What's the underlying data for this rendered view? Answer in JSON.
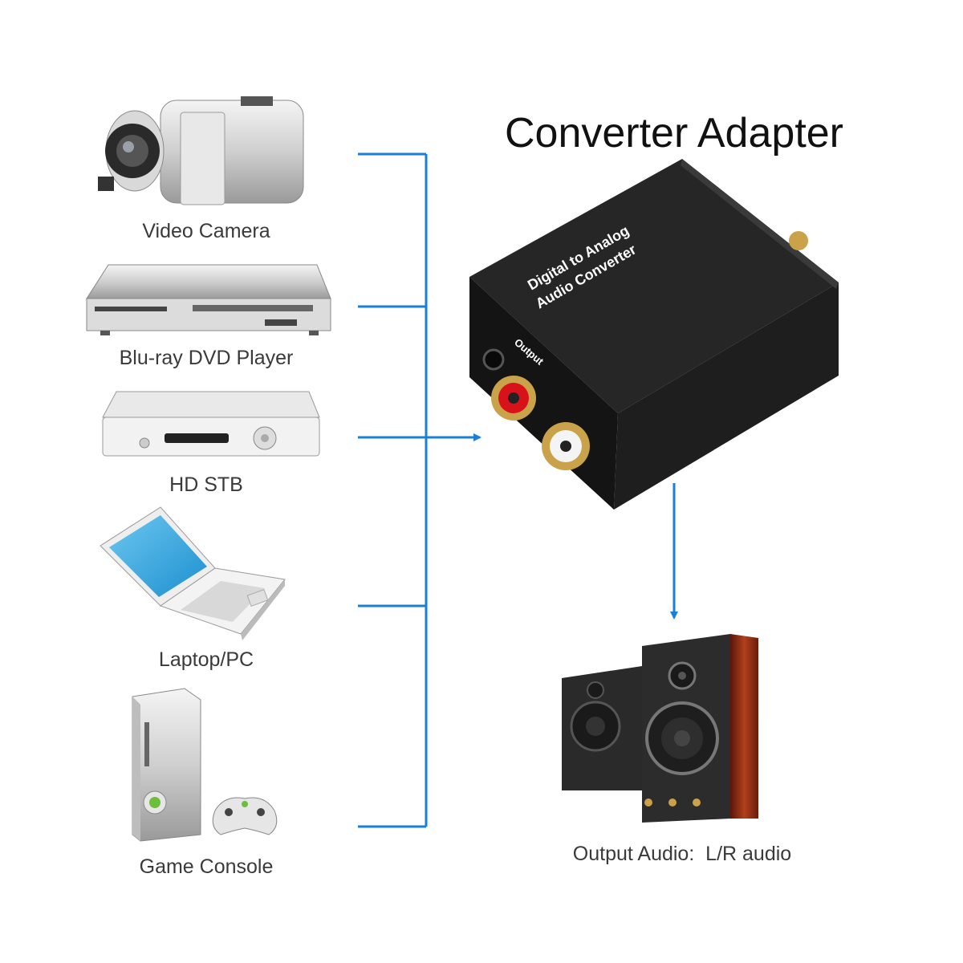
{
  "title": "Converter Adapter",
  "devices": [
    {
      "label": "Video Camera",
      "icon": "video-camera-icon"
    },
    {
      "label": "Blu-ray DVD Player",
      "icon": "dvd-player-icon"
    },
    {
      "label": "HD STB",
      "icon": "set-top-box-icon"
    },
    {
      "label": "Laptop/PC",
      "icon": "laptop-icon"
    },
    {
      "label": "Game Console",
      "icon": "game-console-icon"
    }
  ],
  "converter": {
    "line1": "Digital to Analog",
    "line2": "Audio Converter",
    "port_label": "Output",
    "icon": "audio-converter-icon"
  },
  "output": {
    "label": "Output Audio:  L/R audio",
    "icon": "speakers-icon"
  },
  "colors": {
    "connector": "#1a7fd6",
    "converter_body": "#1c1c1c",
    "rca_red": "#d8121b",
    "rca_gold": "#c9a24a"
  }
}
